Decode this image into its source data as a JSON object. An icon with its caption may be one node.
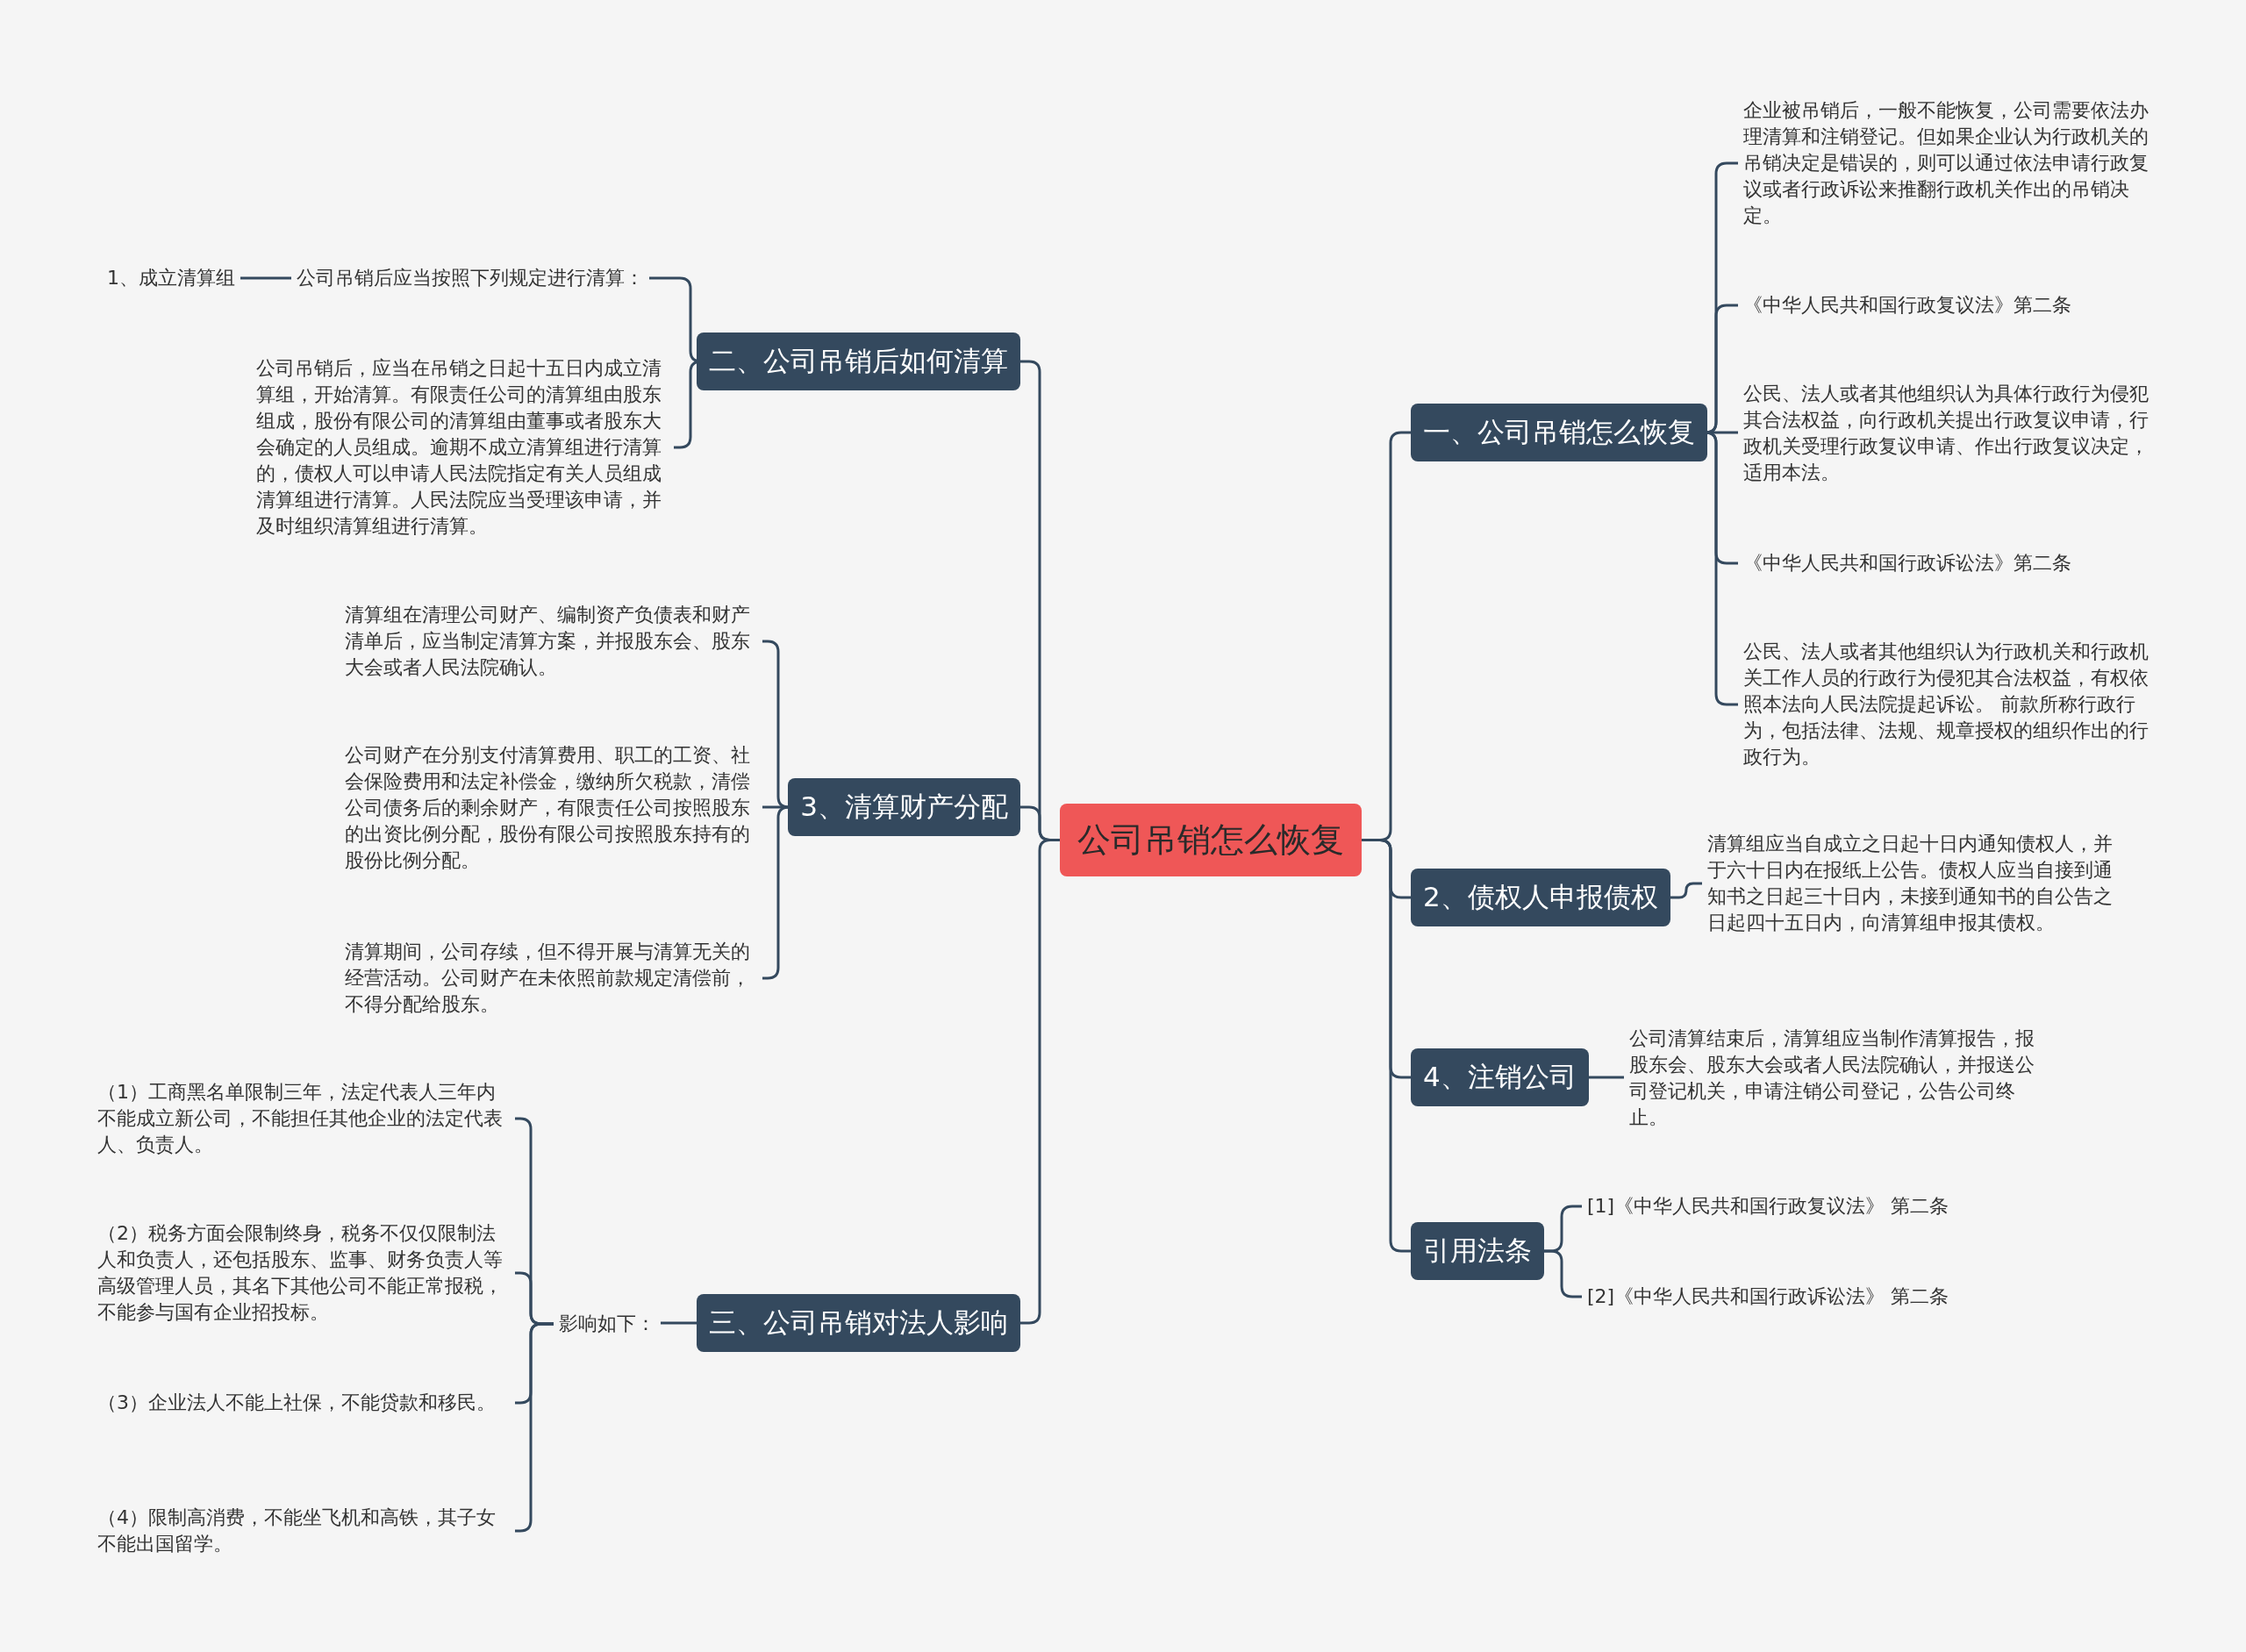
{
  "diagram": {
    "nodes": [
      {
        "text": [
          "公司吊销怎么恢复"
        ]
      },
      {
        "text": [
          "二、公司吊销后如何清算"
        ]
      },
      {
        "text": [
          "公司吊销后应当按照下列规定进行清算："
        ]
      },
      {
        "text": [
          "1、成立清算组"
        ]
      },
      {
        "text": [
          "公司吊销后，应当在吊销之日起十五日内成立清算组，开始清算。有限责任公司的清算组由股东组成，股份有限公司的清算组由董事或者股东大会确定的人员组成。逾期不成立清算组进行清算的，债权人可以申请人民法院指定有关人员组成清算组进行清算。人民法院应当受理该申请，并及时组织清算组进行清算。"
        ]
      },
      {
        "text": [
          "3、清算财产分配"
        ]
      },
      {
        "text": [
          "清算组在清理公司财产、编制资产负债表和财产清单后，应当制定清算方案，并报股东会、股东大会或者人民法院确认。"
        ]
      },
      {
        "text": [
          "公司财产在分别支付清算费用、职工的工资、社会保险费用和法定补偿金，缴纳所欠税款，清偿公司债务后的剩余财产，有限责任公司按照股东的出资比例分配，股份有限公司按照股东持有的股份比例分配。"
        ]
      },
      {
        "text": [
          "清算期间，公司存续，但不得开展与清算无关的经营活动。公司财产在未依照前款规定清偿前，不得分配给股东。"
        ]
      },
      {
        "text": [
          "三、公司吊销对法人影响"
        ]
      },
      {
        "text": [
          "影响如下："
        ]
      },
      {
        "text": [
          "（1）工商黑名单限制三年，法定代表人三年内不能成立新公司，不能担任其他企业的法定代表人、负责人。"
        ]
      },
      {
        "text": [
          "（2）税务方面会限制终身，税务不仅仅限制法人和负责人，还包括股东、监事、财务负责人等高级管理人员，其名下其他公司不能正常报税，不能参与国有企业招投标。"
        ]
      },
      {
        "text": [
          "（3）企业法人不能上社保，不能贷款和移民。"
        ]
      },
      {
        "text": [
          "（4）限制高消费，不能坐飞机和高铁，其子女不能出国留学。"
        ]
      },
      {
        "text": [
          "一、公司吊销怎么恢复"
        ]
      },
      {
        "text": [
          "企业被吊销后，一般不能恢复，公司需要依法办理清算和注销登记。但如果企业认为行政机关的吊销决定是错误的，则可以通过依法申请行政复议或者行政诉讼来推翻行政机关作出的吊销决定。"
        ]
      },
      {
        "text": [
          "《中华人民共和国行政复议法》第二条"
        ]
      },
      {
        "text": [
          "公民、法人或者其他组织认为具体行政行为侵犯其合法权益，向行政机关提出行政复议申请，行政机关受理行政复议申请、作出行政复议决定，适用本法。"
        ]
      },
      {
        "text": [
          "《中华人民共和国行政诉讼法》第二条"
        ]
      },
      {
        "text": [
          "公民、法人或者其他组织认为行政机关和行政机关工作人员的行政行为侵犯其合法权益，有权依照本法向人民法院提起诉讼。 前款所称行政行为，包括法律、法规、规章授权的组织作出的行政行为。"
        ]
      },
      {
        "text": [
          "2、债权人申报债权"
        ]
      },
      {
        "text": [
          "清算组应当自成立之日起十日内通知债权人，并于六十日内在报纸上公告。债权人应当自接到通知书之日起三十日内，未接到通知书的自公告之日起四十五日内，向清算组申报其债权。"
        ]
      },
      {
        "text": [
          "4、注销公司"
        ]
      },
      {
        "text": [
          "公司清算结束后，清算组应当制作清算报告，报股东会、股东大会或者人民法院确认，并报送公司登记机关，申请注销公司登记，公告公司终止。"
        ]
      },
      {
        "text": [
          "引用法条"
        ]
      },
      {
        "text": [
          "[1]《中华人民共和国行政复议法》 第二条"
        ]
      },
      {
        "text": [
          "[2]《中华人民共和国行政诉讼法》 第二条"
        ]
      }
    ],
    "edges": [
      {
        "from": 0,
        "to": 1,
        "arrow": "none"
      },
      {
        "from": 1,
        "to": 2,
        "arrow": "none"
      },
      {
        "from": 2,
        "to": 3,
        "arrow": "none"
      },
      {
        "from": 1,
        "to": 4,
        "arrow": "none"
      },
      {
        "from": 0,
        "to": 5,
        "arrow": "none"
      },
      {
        "from": 5,
        "to": 6,
        "arrow": "none"
      },
      {
        "from": 5,
        "to": 7,
        "arrow": "none"
      },
      {
        "from": 5,
        "to": 8,
        "arrow": "none"
      },
      {
        "from": 0,
        "to": 9,
        "arrow": "none"
      },
      {
        "from": 9,
        "to": 10,
        "arrow": "none"
      },
      {
        "from": 10,
        "to": 11,
        "arrow": "none"
      },
      {
        "from": 10,
        "to": 12,
        "arrow": "none"
      },
      {
        "from": 10,
        "to": 13,
        "arrow": "none"
      },
      {
        "from": 10,
        "to": 14,
        "arrow": "none"
      },
      {
        "from": 0,
        "to": 15,
        "arrow": "none"
      },
      {
        "from": 15,
        "to": 16,
        "arrow": "none"
      },
      {
        "from": 15,
        "to": 17,
        "arrow": "none"
      },
      {
        "from": 15,
        "to": 18,
        "arrow": "none"
      },
      {
        "from": 15,
        "to": 19,
        "arrow": "none"
      },
      {
        "from": 15,
        "to": 20,
        "arrow": "none"
      },
      {
        "from": 0,
        "to": 21,
        "arrow": "none"
      },
      {
        "from": 21,
        "to": 22,
        "arrow": "none"
      },
      {
        "from": 0,
        "to": 23,
        "arrow": "none"
      },
      {
        "from": 23,
        "to": 24,
        "arrow": "none"
      },
      {
        "from": 0,
        "to": 25,
        "arrow": "none"
      },
      {
        "from": 25,
        "to": 26,
        "arrow": "none"
      },
      {
        "from": 25,
        "to": 27,
        "arrow": "none"
      }
    ]
  }
}
